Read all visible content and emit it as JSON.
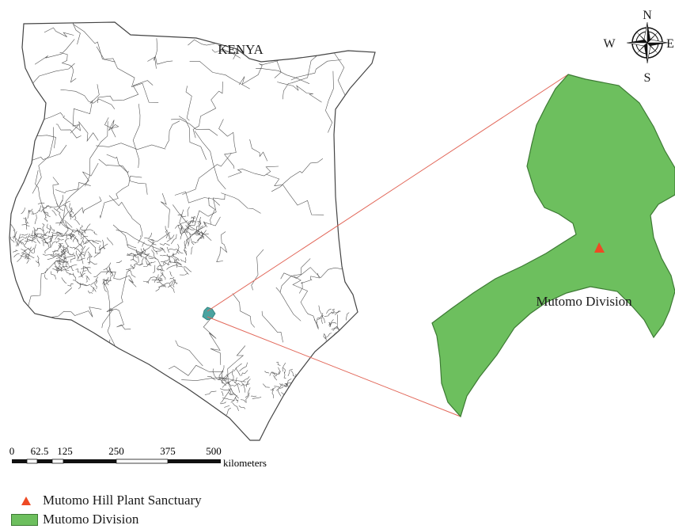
{
  "map": {
    "country_label": "KENYA",
    "division_label": "Mutomo Division",
    "compass": {
      "north": "N",
      "south": "S",
      "west": "W",
      "east": "E"
    },
    "scale_bar": {
      "ticks": [
        "0",
        "62.5",
        "125",
        "250",
        "375",
        "500"
      ],
      "unit": "kilometers"
    },
    "colors": {
      "division_fill": "#6dbf5e",
      "division_stroke": "#3d7a34",
      "sanctuary_marker": "#ee4a24",
      "highlight_area": "#4aa3a0",
      "leader_lines": "#e2685a",
      "boundaries": "#555555"
    },
    "legend": {
      "items": [
        {
          "symbol": "triangle-icon",
          "label": "Mutomo Hill Plant Sanctuary"
        },
        {
          "symbol": "polygon-swatch-icon",
          "label": "Mutomo Division"
        }
      ]
    }
  }
}
